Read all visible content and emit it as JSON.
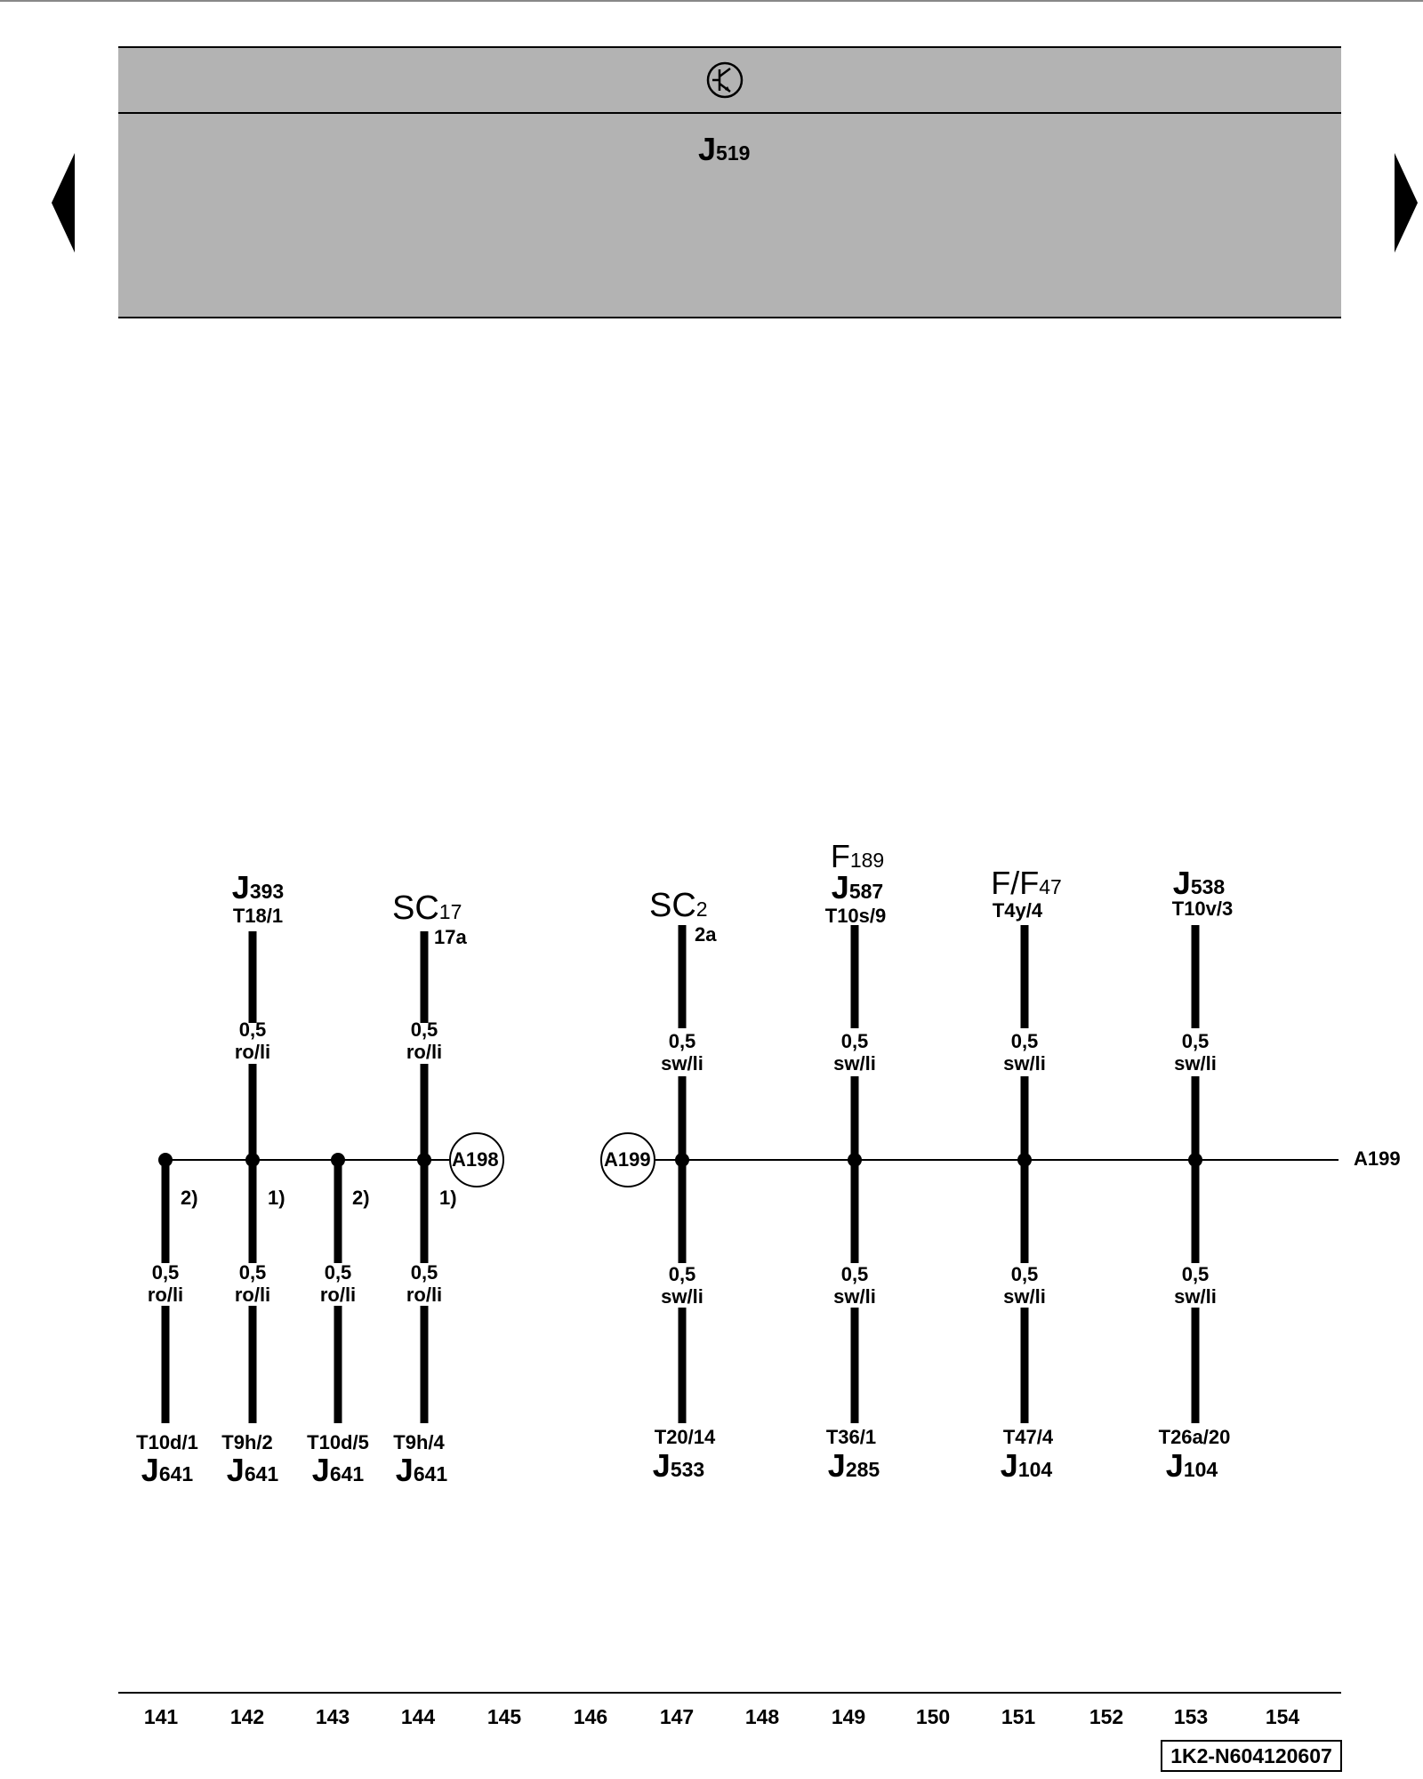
{
  "header": {
    "icon": "transistor-symbol-icon",
    "module_letter": "J",
    "module_num": "519"
  },
  "nav": {
    "prev_icon": "triangle-left-icon",
    "next_icon": "triangle-right-icon"
  },
  "wires": [
    {
      "top_letter": "J",
      "top_num": "393",
      "top_pin": "T18/1",
      "size": "0,5",
      "color": "ro/li"
    },
    {
      "top_letter": "SC",
      "top_num": "17",
      "top_pin": "17a",
      "size": "0,5",
      "color": "ro/li"
    },
    {
      "top_letter": "SC",
      "top_num": "2",
      "top_pin": "2a",
      "size": "0,5",
      "color": "sw/li"
    },
    {
      "top_extra_letter": "F",
      "top_extra_num": "189",
      "top_letter": "J",
      "top_num": "587",
      "top_pin": "T10s/9",
      "size": "0,5",
      "color": "sw/li"
    },
    {
      "top_letter": "F/F",
      "top_num": "47",
      "top_pin": "T4y/4",
      "size": "0,5",
      "color": "sw/li"
    },
    {
      "top_letter": "J",
      "top_num": "538",
      "top_pin": "T10v/3",
      "size": "0,5",
      "color": "sw/li"
    }
  ],
  "lower_wires": [
    {
      "size": "0,5",
      "color": "ro/li",
      "note": "2)",
      "pin": "T10d/1",
      "letter": "J",
      "num": "641"
    },
    {
      "size": "0,5",
      "color": "ro/li",
      "note": "1)",
      "pin": "T9h/2",
      "letter": "J",
      "num": "641"
    },
    {
      "size": "0,5",
      "color": "ro/li",
      "note": "2)",
      "pin": "T10d/5",
      "letter": "J",
      "num": "641"
    },
    {
      "size": "0,5",
      "color": "ro/li",
      "note": "1)",
      "pin": "T9h/4",
      "letter": "J",
      "num": "641"
    },
    {
      "size": "0,5",
      "color": "sw/li",
      "pin": "T20/14",
      "letter": "J",
      "num": "533"
    },
    {
      "size": "0,5",
      "color": "sw/li",
      "pin": "T36/1",
      "letter": "J",
      "num": "285"
    },
    {
      "size": "0,5",
      "color": "sw/li",
      "pin": "T47/4",
      "letter": "J",
      "num": "104"
    },
    {
      "size": "0,5",
      "color": "sw/li",
      "pin": "T26a/20",
      "letter": "J",
      "num": "104"
    }
  ],
  "connectors": {
    "a198": "A198",
    "a199_left": "A199",
    "a199_right": "A199"
  },
  "columns": [
    "141",
    "142",
    "143",
    "144",
    "145",
    "146",
    "147",
    "148",
    "149",
    "150",
    "151",
    "152",
    "153",
    "154"
  ],
  "doc_id": "1K2-N604120607"
}
